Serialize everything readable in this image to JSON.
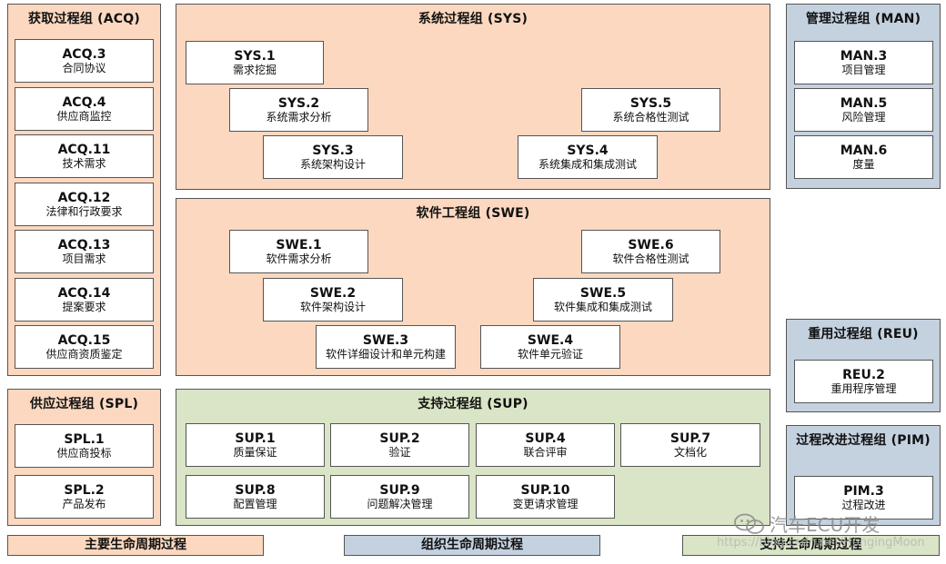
{
  "groups": {
    "acq": {
      "title": "获取过程组 (ACQ)",
      "items": [
        {
          "code": "ACQ.3",
          "label": "合同协议"
        },
        {
          "code": "ACQ.4",
          "label": "供应商监控"
        },
        {
          "code": "ACQ.11",
          "label": "技术需求"
        },
        {
          "code": "ACQ.12",
          "label": "法律和行政要求"
        },
        {
          "code": "ACQ.13",
          "label": "项目需求"
        },
        {
          "code": "ACQ.14",
          "label": "提案要求"
        },
        {
          "code": "ACQ.15",
          "label": "供应商资质鉴定"
        }
      ]
    },
    "sys": {
      "title": "系统过程组 (SYS)",
      "items": [
        {
          "code": "SYS.1",
          "label": "需求挖掘"
        },
        {
          "code": "SYS.2",
          "label": "系统需求分析"
        },
        {
          "code": "SYS.3",
          "label": "系统架构设计"
        },
        {
          "code": "SYS.4",
          "label": "系统集成和集成测试"
        },
        {
          "code": "SYS.5",
          "label": "系统合格性测试"
        }
      ]
    },
    "man": {
      "title": "管理过程组 (MAN)",
      "items": [
        {
          "code": "MAN.3",
          "label": "项目管理"
        },
        {
          "code": "MAN.5",
          "label": "风险管理"
        },
        {
          "code": "MAN.6",
          "label": "度量"
        }
      ]
    },
    "swe": {
      "title": "软件工程组 (SWE)",
      "items": [
        {
          "code": "SWE.1",
          "label": "软件需求分析"
        },
        {
          "code": "SWE.2",
          "label": "软件架构设计"
        },
        {
          "code": "SWE.3",
          "label": "软件详细设计和单元构建"
        },
        {
          "code": "SWE.4",
          "label": "软件单元验证"
        },
        {
          "code": "SWE.5",
          "label": "软件集成和集成测试"
        },
        {
          "code": "SWE.6",
          "label": "软件合格性测试"
        }
      ]
    },
    "reu": {
      "title": "重用过程组 (REU)",
      "items": [
        {
          "code": "REU.2",
          "label": "重用程序管理"
        }
      ]
    },
    "spl": {
      "title": "供应过程组 (SPL)",
      "items": [
        {
          "code": "SPL.1",
          "label": "供应商投标"
        },
        {
          "code": "SPL.2",
          "label": "产品发布"
        }
      ]
    },
    "sup": {
      "title": "支持过程组 (SUP)",
      "items": [
        {
          "code": "SUP.1",
          "label": "质量保证"
        },
        {
          "code": "SUP.2",
          "label": "验证"
        },
        {
          "code": "SUP.4",
          "label": "联合评审"
        },
        {
          "code": "SUP.7",
          "label": "文档化"
        },
        {
          "code": "SUP.8",
          "label": "配置管理"
        },
        {
          "code": "SUP.9",
          "label": "问题解决管理"
        },
        {
          "code": "SUP.10",
          "label": "变更请求管理"
        }
      ]
    },
    "pim": {
      "title": "过程改进过程组 (PIM)",
      "items": [
        {
          "code": "PIM.3",
          "label": "过程改进"
        }
      ]
    }
  },
  "legend": {
    "primary": "主要生命周期过程",
    "organizational": "组织生命周期过程",
    "supporting": "支持生命周期过程"
  },
  "watermark": {
    "text": "汽车ECU开发",
    "url": "https://blog.csdn.net/HongingMoon"
  },
  "colors": {
    "primary": "#fbd8bf",
    "organizational": "#c4d1df",
    "supporting": "#d9e5c6"
  }
}
